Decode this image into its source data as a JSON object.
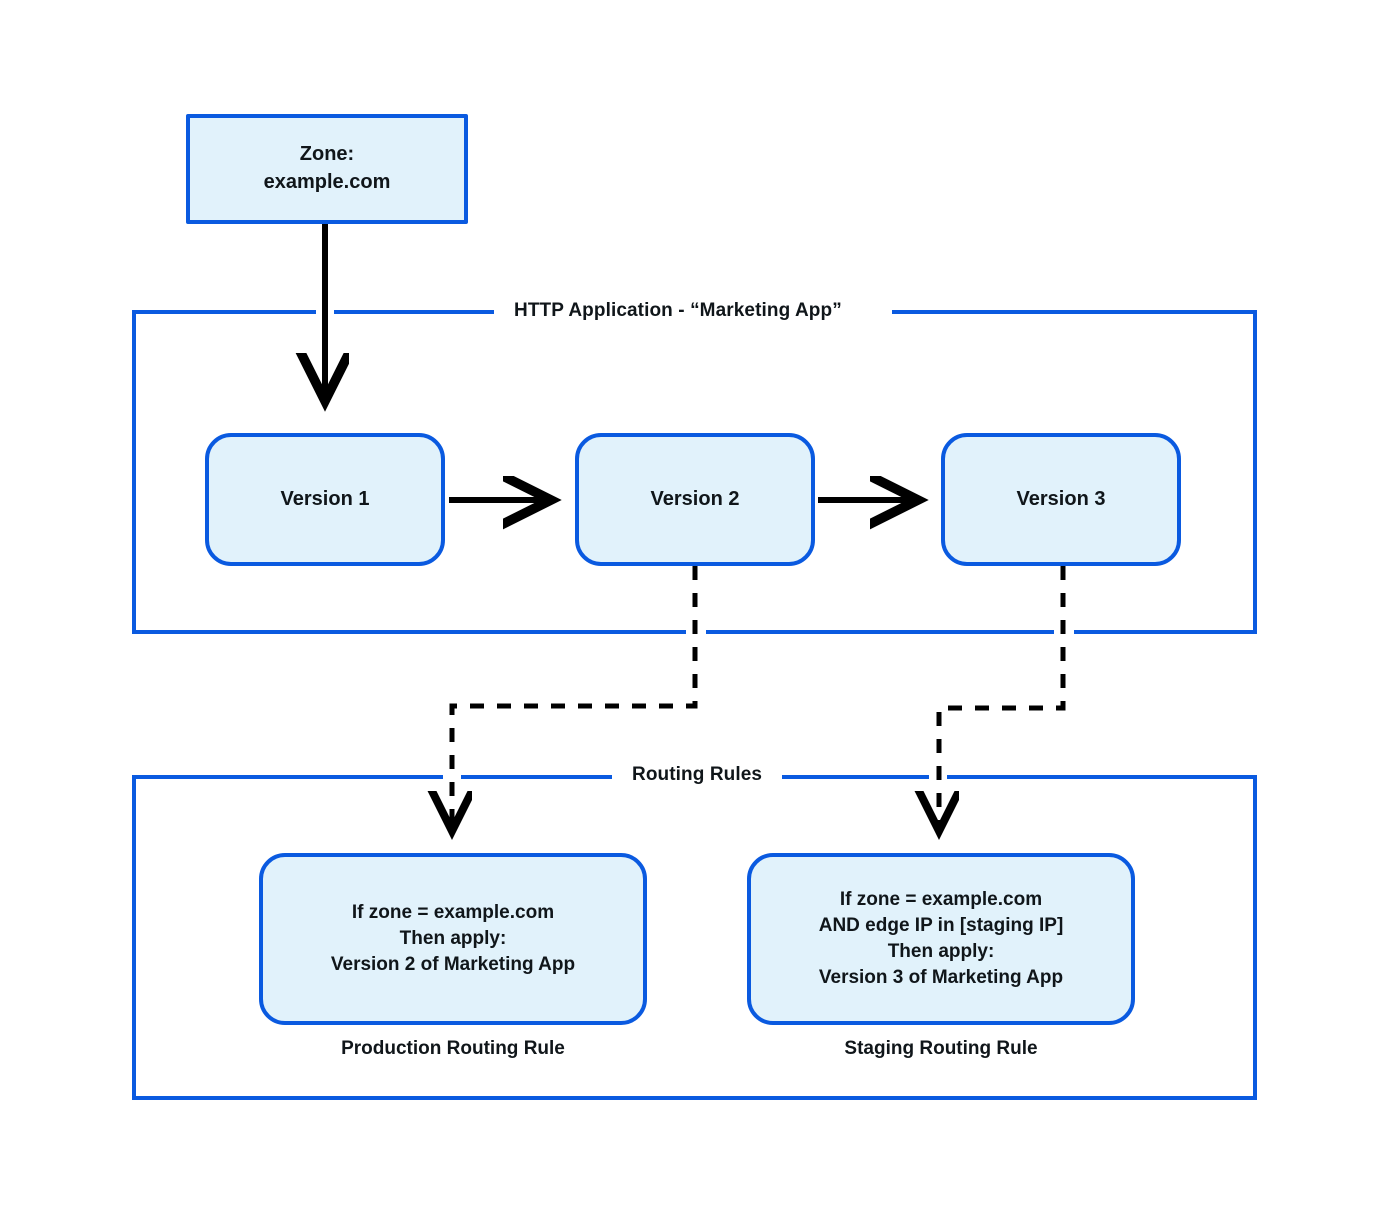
{
  "diagram": {
    "title_visible": false,
    "colors": {
      "node_fill": "#e1f2fb",
      "node_border": "#0a5ae0",
      "group_border": "#0a5ae0",
      "connector": "#000000",
      "text": "#10161a",
      "background": "#ffffff"
    }
  },
  "zone": {
    "label": "Zone:\nexample.com"
  },
  "http_application_group": {
    "title": "HTTP Application - “Marketing App”",
    "versions": [
      {
        "id": "version-1",
        "label": "Version 1"
      },
      {
        "id": "version-2",
        "label": "Version 2"
      },
      {
        "id": "version-3",
        "label": "Version 3"
      }
    ]
  },
  "routing_rules_group": {
    "title": "Routing Rules",
    "rules": [
      {
        "id": "production",
        "body": "If zone = example.com\nThen apply:\nVersion 2 of Marketing App",
        "caption": "Production Routing Rule"
      },
      {
        "id": "staging",
        "body": "If zone = example.com\nAND edge IP in [staging IP]\nThen apply:\nVersion 3 of Marketing App",
        "caption": "Staging Routing Rule"
      }
    ]
  },
  "connectors": [
    {
      "name": "zone-to-version-1",
      "style": "solid-arrow"
    },
    {
      "name": "version-1-to-version-2",
      "style": "solid-arrow"
    },
    {
      "name": "version-2-to-version-3",
      "style": "solid-arrow"
    },
    {
      "name": "version-2-to-production-rule",
      "style": "dashed-arrow"
    },
    {
      "name": "version-3-to-staging-rule",
      "style": "dashed-arrow"
    }
  ]
}
